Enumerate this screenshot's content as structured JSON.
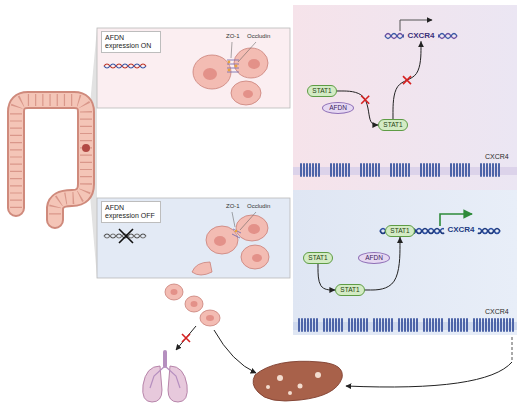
{
  "diagram": {
    "nodes": [
      {
        "text": [
          "AFDN expression ON"
        ]
      },
      {
        "text": [
          "CXCR4"
        ]
      },
      {
        "text": [
          "CXCR4"
        ],
        "in": 1
      },
      {
        "text": [
          "STAT1"
        ],
        "in": 1
      },
      {
        "text": [
          "AFDN"
        ],
        "in": 1
      },
      {
        "text": [
          "STAT1"
        ],
        "in": 1
      },
      {
        "text": [
          "AFDN expression OFF"
        ]
      },
      {
        "text": [
          "CXCR4"
        ]
      },
      {
        "text": [
          "STAT1"
        ],
        "in": 7
      },
      {
        "text": [
          "CXCR4"
        ],
        "in": 7
      },
      {
        "text": [
          "STAT1"
        ],
        "in": 7
      },
      {
        "text": [
          "AFDN"
        ],
        "in": 7
      },
      {
        "text": [
          "STAT1"
        ],
        "in": 7
      }
    ],
    "edges": [
      {
        "from": 3,
        "to": 5,
        "arrow": "to"
      },
      {
        "from": 5,
        "to": 2,
        "arrow": "to"
      },
      {
        "from": 10,
        "to": 12,
        "arrow": "to"
      },
      {
        "from": 12,
        "to": 8,
        "arrow": "to"
      }
    ],
    "labels": [
      "ZO-1",
      "Occludin",
      "ZO-1",
      "Occludin"
    ]
  }
}
